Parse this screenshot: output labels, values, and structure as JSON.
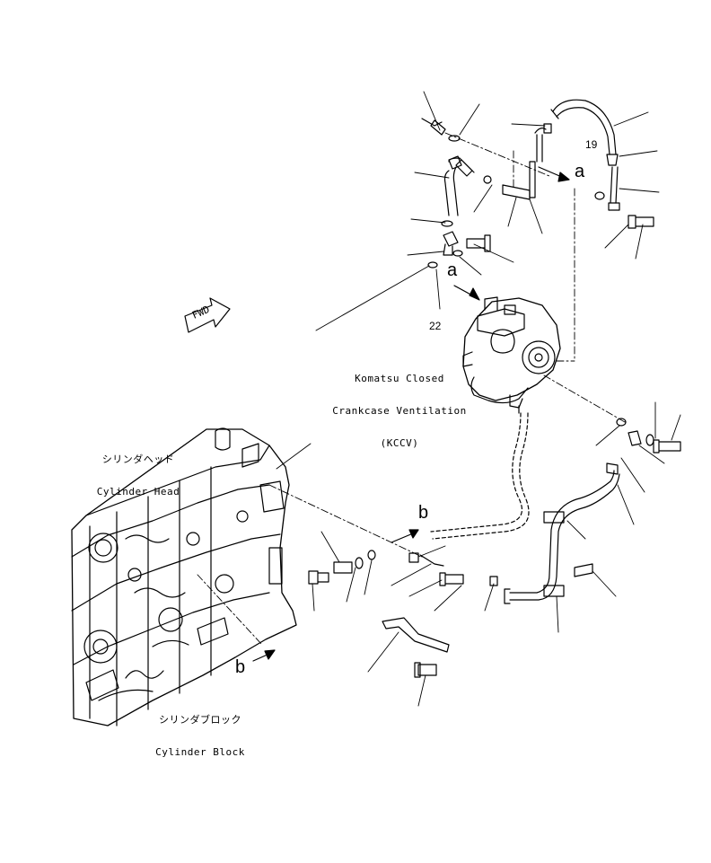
{
  "labels": {
    "kccv_line1": "Komatsu Closed",
    "kccv_line2": "Crankcase Ventilation",
    "kccv_line3": "(KCCV)",
    "head_jp": "シリンダヘッド",
    "head_en": "Cylinder Head",
    "block_jp": "シリンダブロック",
    "block_en": "Cylinder Block",
    "fwd": "FWD"
  },
  "callouts": {
    "part_19": "19",
    "part_22": "22",
    "ref_a_top": "a",
    "ref_a_mid": "a",
    "ref_b_mid": "b",
    "ref_b_low": "b"
  }
}
